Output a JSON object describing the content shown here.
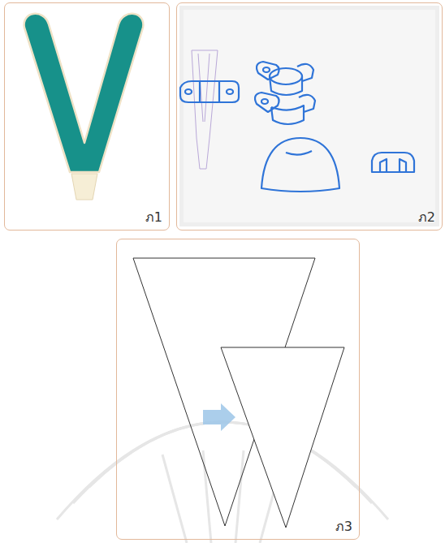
{
  "diagram": {
    "nodes": [
      {
        "text": [
          "ภ1"
        ]
      },
      {
        "text": [
          "ภ2"
        ]
      },
      {
        "text": [
          "ภ3"
        ]
      }
    ]
  }
}
